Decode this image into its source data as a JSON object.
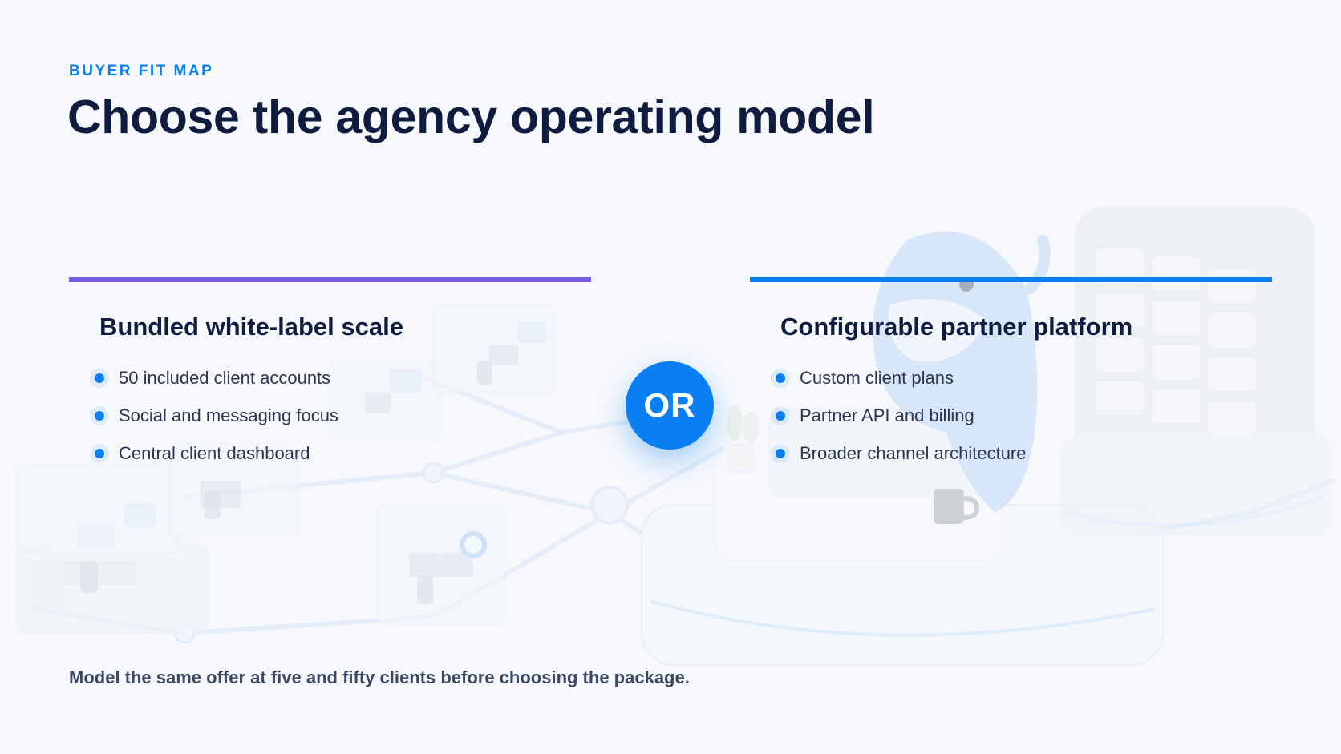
{
  "header": {
    "eyebrow": "BUYER FIT MAP",
    "title": "Choose the agency operating model"
  },
  "options": [
    {
      "title": "Bundled white-label scale",
      "accent_color": "#7b5ce6",
      "bullets": [
        "50 included client accounts",
        "Social and messaging focus",
        "Central client dashboard"
      ]
    },
    {
      "title": "Configurable partner platform",
      "accent_color": "#0a7ff2",
      "bullets": [
        "Custom client plans",
        "Partner API and billing",
        "Broader channel architecture"
      ]
    }
  ],
  "divider_label": "OR",
  "footnote": "Model the same offer at five and fifty clients before choosing the package.",
  "colors": {
    "brand_blue": "#0a7ff2",
    "heading": "#0f1c3f",
    "body_text": "#2b3550",
    "background": "#f6f8fc"
  },
  "illustration": {
    "left_icons": [
      "office-desk-icon",
      "monitor-icon",
      "chair-icon",
      "chat-bubble-icon",
      "network-node-icon"
    ],
    "right_icons": [
      "dolphin-mascot-icon",
      "server-rack-icon",
      "client-card-icon",
      "coffee-mug-icon",
      "plant-icon"
    ]
  }
}
